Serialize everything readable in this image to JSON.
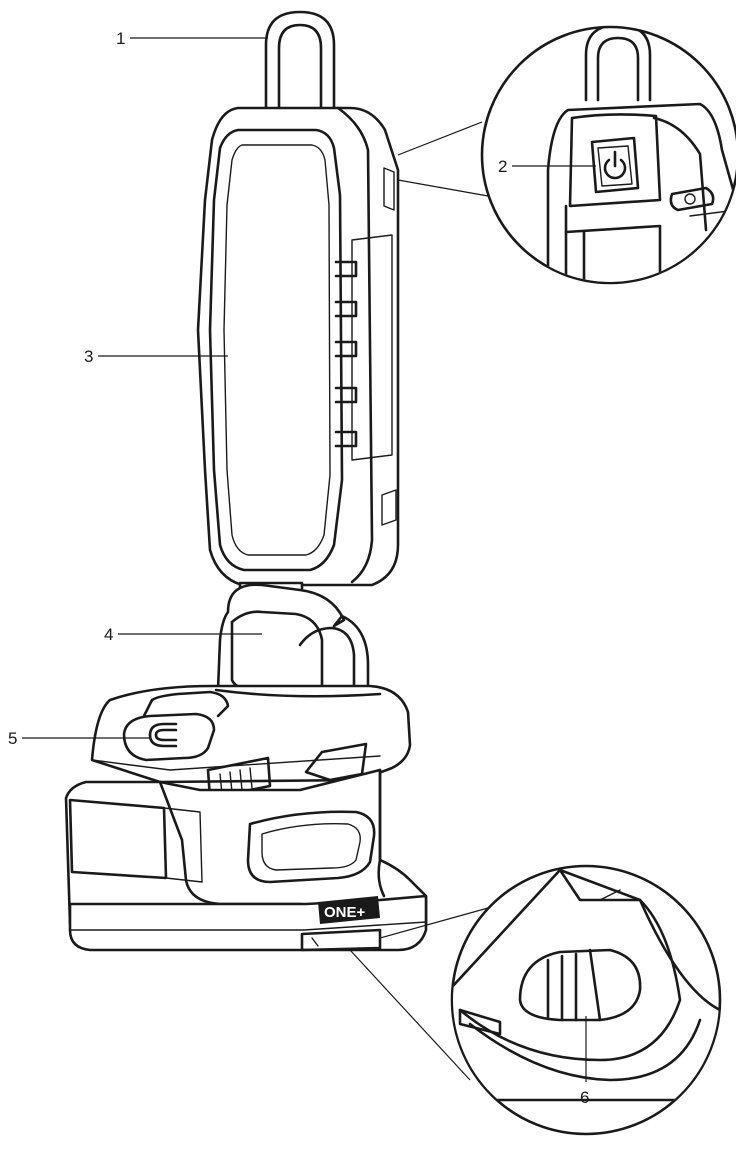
{
  "diagram": {
    "callouts": [
      {
        "id": "1",
        "label": "1"
      },
      {
        "id": "2",
        "label": "2"
      },
      {
        "id": "3",
        "label": "3"
      },
      {
        "id": "4",
        "label": "4"
      },
      {
        "id": "5",
        "label": "5"
      },
      {
        "id": "6",
        "label": "6"
      }
    ],
    "brand_mark": "ONE+",
    "colors": {
      "line": "#1a1a1a",
      "background": "#ffffff"
    }
  }
}
